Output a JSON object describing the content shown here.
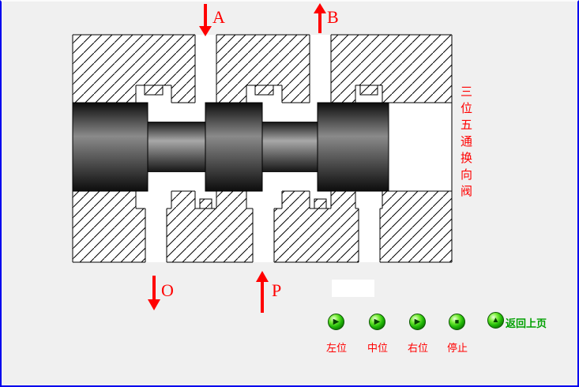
{
  "window": {
    "background": "#f0f0f0",
    "frame_color": "#0000ee"
  },
  "colors": {
    "accent": "#ff0000",
    "nav_green": "#00a000",
    "hatch": "#000000",
    "spool_dark": "#0f0f0f",
    "spool_light": "#9a9a9a"
  },
  "valve": {
    "title_vertical": "三位五通换向阀",
    "type": "three-position five-way directional valve cross-section",
    "ports": [
      {
        "label": "A",
        "direction": "down",
        "position": "top-left"
      },
      {
        "label": "B",
        "direction": "up",
        "position": "top-right"
      },
      {
        "label": "O",
        "direction": "down",
        "position": "bottom-left"
      },
      {
        "label": "P",
        "direction": "up",
        "position": "bottom-center"
      }
    ]
  },
  "controls": {
    "icon_glyphs": {
      "play": "▶",
      "stop": "■",
      "up": "▲"
    },
    "buttons": [
      {
        "label": "左位",
        "icon": "play"
      },
      {
        "label": "中位",
        "icon": "play"
      },
      {
        "label": "右位",
        "icon": "play"
      },
      {
        "label": "停止",
        "icon": "stop"
      }
    ],
    "back": {
      "label": "返回上页",
      "icon": "up"
    }
  }
}
